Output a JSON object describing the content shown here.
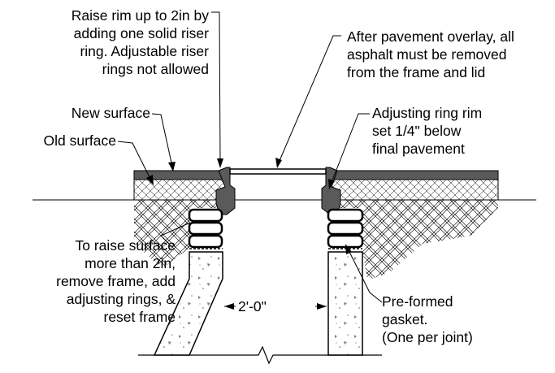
{
  "callouts": {
    "raise_rim": "Raise rim up to 2in by\nadding one solid riser\nring. Adjustable riser\nrings not allowed",
    "overlay": "After pavement overlay, all\nasphalt must be removed\nfrom the frame and lid",
    "new_surface": "New surface",
    "old_surface": "Old surface",
    "adjusting_ring": "Adjusting ring rim\nset 1/4\" below\nfinal pavement",
    "raise_surface": "To raise surface\nmore than 2in,\nremove frame, add\nadjusting rings, &\nreset frame",
    "gasket": "Pre-formed\ngasket.\n(One per joint)"
  },
  "dimension": {
    "width_label": "2'-0\""
  },
  "colors": {
    "pavement_new": "#5a5a5a",
    "line": "#000000",
    "concrete_speckle": "#808080"
  }
}
